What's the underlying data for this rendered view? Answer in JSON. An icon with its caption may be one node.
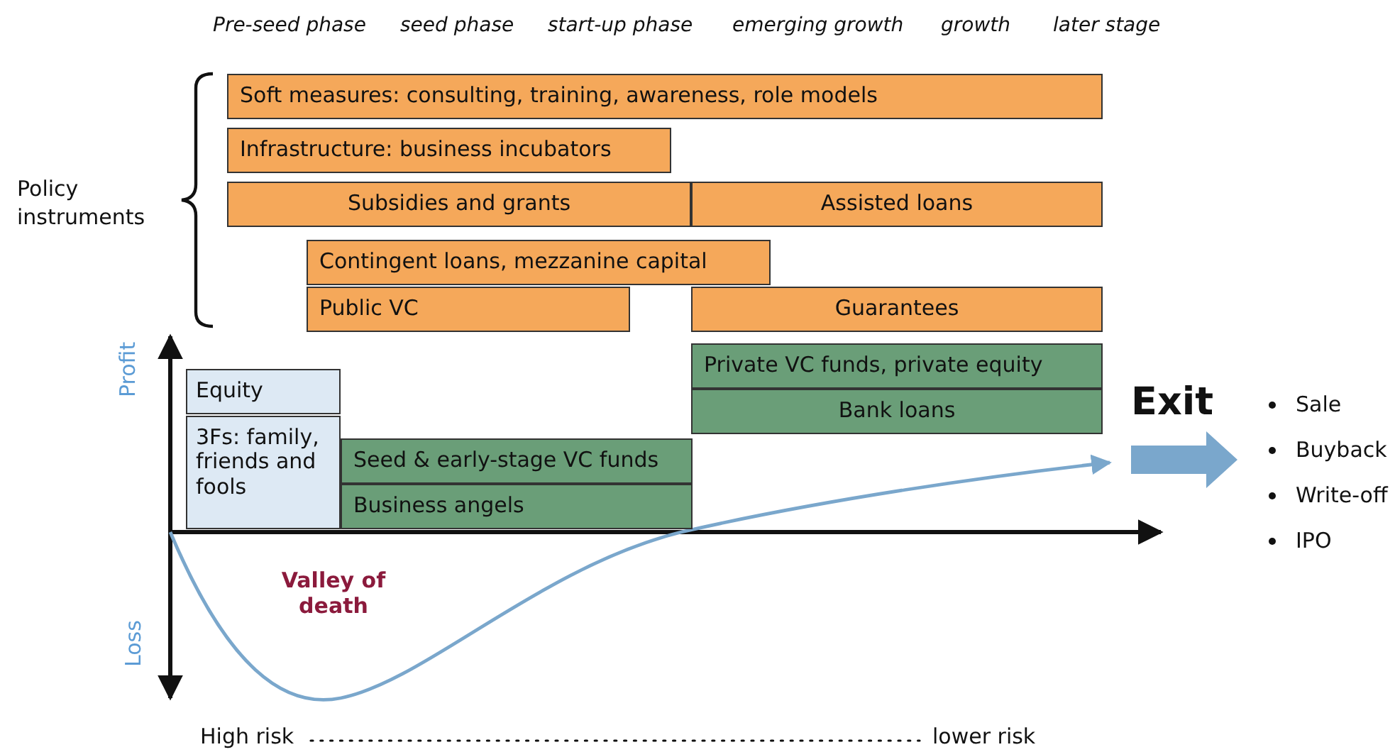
{
  "diagram": {
    "nodes": [
      {
        "text": [
          "Soft measures: consulting, training, awareness, role models"
        ]
      },
      {
        "text": [
          "Infrastructure: business incubators"
        ]
      },
      {
        "text": [
          "Subsidies and grants"
        ]
      },
      {
        "text": [
          "Assisted loans"
        ]
      },
      {
        "text": [
          "Contingent loans, mezzanine capital"
        ]
      },
      {
        "text": [
          "Public VC"
        ]
      },
      {
        "text": [
          "Guarantees"
        ]
      },
      {
        "text": [
          "Private VC funds, private equity"
        ]
      },
      {
        "text": [
          "Bank loans"
        ]
      },
      {
        "text": [
          "Equity"
        ]
      },
      {
        "text": [
          "3Fs: family, friends and fools"
        ]
      },
      {
        "text": [
          "Seed & early-stage VC funds"
        ]
      },
      {
        "text": [
          "Business angels"
        ]
      }
    ],
    "edges": [],
    "labels": [
      "Pre-seed phase",
      "seed phase",
      "start-up phase",
      "emerging growth",
      "growth",
      "later stage",
      "Policy instruments",
      "Profit",
      "Loss",
      "Valley of death",
      "Exit",
      "Sale",
      "Buyback",
      "Write-off",
      "IPO",
      "High risk",
      "lower risk"
    ]
  }
}
